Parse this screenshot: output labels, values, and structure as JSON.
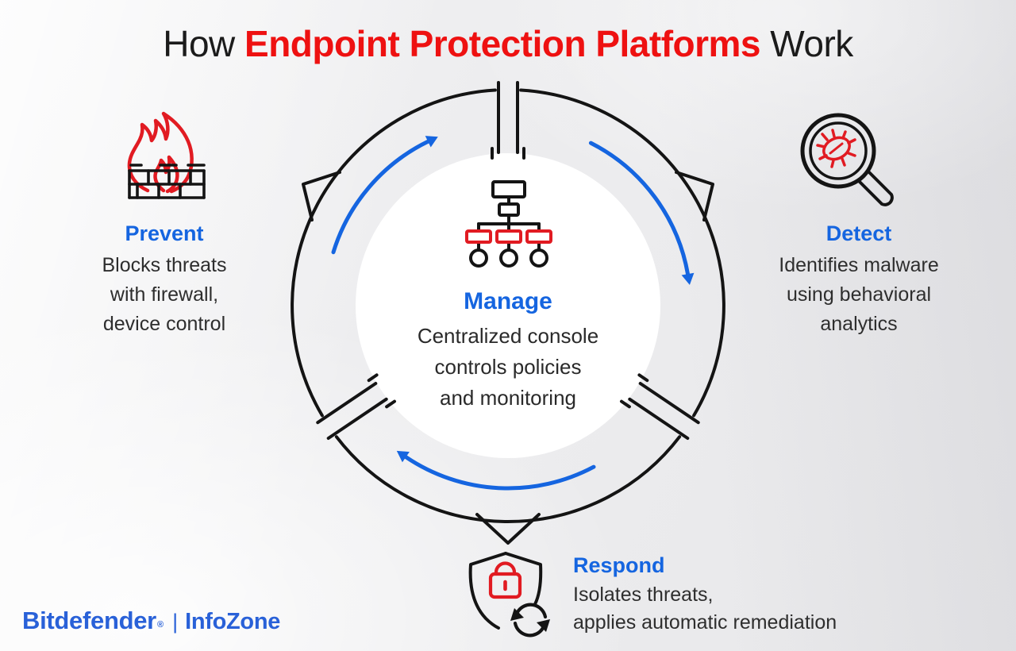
{
  "title": {
    "prefix": "How ",
    "highlight": "Endpoint Protection Platforms",
    "suffix": " Work"
  },
  "colors": {
    "accent_blue": "#1565e0",
    "brand_blue": "#2961d8",
    "icon_red": "#e11b22",
    "title_red": "#ee1111",
    "ink": "#141414",
    "body_text": "#2e2e2e"
  },
  "cycle": {
    "direction": "clockwise",
    "arrow_color": "#1565e0"
  },
  "sections": {
    "prevent": {
      "icon": "firewall-icon",
      "title": "Prevent",
      "lines": [
        "Blocks threats",
        "with firewall,",
        "device control"
      ]
    },
    "detect": {
      "icon": "magnifier-bug-icon",
      "title": "Detect",
      "lines": [
        "Identifies malware",
        "using behavioral",
        "analytics"
      ]
    },
    "manage": {
      "icon": "hierarchy-icon",
      "title": "Manage",
      "lines": [
        "Centralized console",
        "controls policies",
        "and monitoring"
      ]
    },
    "respond": {
      "icon": "shield-lock-sync-icon",
      "title": "Respond",
      "lines": [
        "Isolates threats,",
        "applies automatic remediation"
      ]
    }
  },
  "footer": {
    "brand": "Bitdefender",
    "registered": "®",
    "separator": "|",
    "sub_brand": "InfoZone"
  }
}
